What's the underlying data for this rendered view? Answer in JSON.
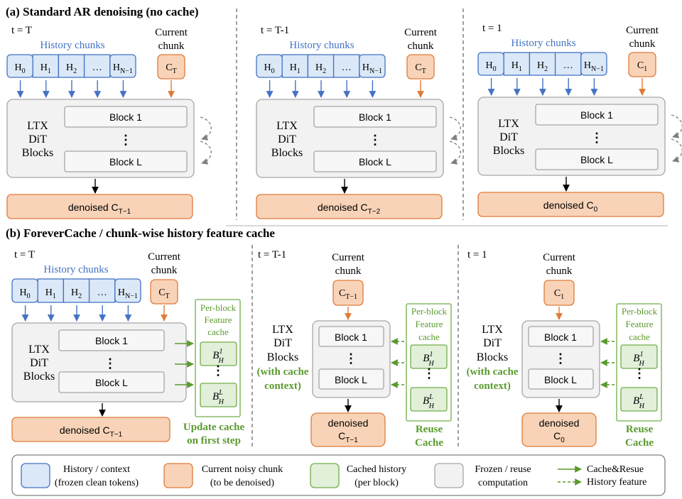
{
  "colors": {
    "blue_fill": "#dbe8f7",
    "blue_stroke": "#4472c4",
    "blue_text": "#4472c4",
    "orange_fill": "#f8d3b8",
    "orange_stroke": "#e07b39",
    "green_fill": "#e2efd9",
    "green_stroke": "#70ad47",
    "green_text": "#5a9a2e",
    "gray_fill": "#f2f2f2",
    "gray_stroke": "#a6a6a6"
  },
  "section_a": {
    "title": "(a) Standard AR denoising (no cache)",
    "panels": [
      {
        "t_label": "t = T",
        "history_label": "History chunks",
        "history_cells": [
          "H",
          "H",
          "H",
          "…",
          "H"
        ],
        "history_subs": [
          "0",
          "1",
          "2",
          "",
          "N−1"
        ],
        "current_label_1": "Current",
        "current_label_2": "chunk",
        "current_main": "C",
        "current_sub": "T",
        "dit_1": "LTX",
        "dit_2": "DiT",
        "dit_3": "Blocks",
        "block_first": "Block 1",
        "block_dots": "⋮",
        "block_last": "Block L",
        "denoised_main": "denoised C",
        "denoised_sub": "T−1"
      },
      {
        "t_label": "t = T-1",
        "history_label": "History chunks",
        "history_cells": [
          "H",
          "H",
          "H",
          "…",
          "H"
        ],
        "history_subs": [
          "0",
          "1",
          "2",
          "",
          "N−1"
        ],
        "current_label_1": "Current",
        "current_label_2": "chunk",
        "current_main": "C",
        "current_sub": "T",
        "dit_1": "LTX",
        "dit_2": "DiT",
        "dit_3": "Blocks",
        "block_first": "Block 1",
        "block_dots": "⋮",
        "block_last": "Block L",
        "denoised_main": "denoised C",
        "denoised_sub": "T−2"
      },
      {
        "t_label": "t = 1",
        "history_label": "History chunks",
        "history_cells": [
          "H",
          "H",
          "H",
          "…",
          "H"
        ],
        "history_subs": [
          "0",
          "1",
          "2",
          "",
          "N−1"
        ],
        "current_label_1": "Current",
        "current_label_2": "chunk",
        "current_main": "C",
        "current_sub": "1",
        "dit_1": "LTX",
        "dit_2": "DiT",
        "dit_3": "Blocks",
        "block_first": "Block 1",
        "block_dots": "⋮",
        "block_last": "Block L",
        "denoised_main": "denoised C",
        "denoised_sub": "0"
      }
    ]
  },
  "section_b": {
    "title": "(b) ForeverCache / chunk-wise history feature cache",
    "panel1": {
      "t_label": "t = T",
      "history_label": "History chunks",
      "history_cells": [
        "H",
        "H",
        "H",
        "…",
        "H"
      ],
      "history_subs": [
        "0",
        "1",
        "2",
        "",
        "N−1"
      ],
      "current_label_1": "Current",
      "current_label_2": "chunk",
      "current_main": "C",
      "current_sub": "T",
      "dit_1": "LTX",
      "dit_2": "DiT",
      "dit_3": "Blocks",
      "block_first": "Block 1",
      "block_dots": "⋮",
      "block_last": "Block L",
      "cache_title_1": "Per-block",
      "cache_title_2": "Feature",
      "cache_title_3": "cache",
      "cache_main": "B",
      "cache_sup_first": "1",
      "cache_sup_last": "L",
      "cache_sub": "H",
      "cache_dots": "⋮",
      "denoised_main": "denoised C",
      "denoised_sub": "T−1",
      "note_1": "Update cache",
      "note_2": "on first step"
    },
    "panels": [
      {
        "t_label": "t = T-1",
        "current_label_1": "Current",
        "current_label_2": "chunk",
        "current_main": "C",
        "current_sub": "T−1",
        "dit_1": "LTX",
        "dit_2": "DiT",
        "dit_3": "Blocks",
        "ctx_1": "(with cache",
        "ctx_2": "context)",
        "block_first": "Block 1",
        "block_dots": "⋮",
        "block_last": "Block L",
        "cache_title_1": "Per-block",
        "cache_title_2": "Feature",
        "cache_title_3": "cache",
        "cache_main": "B",
        "cache_sup_first": "1",
        "cache_sup_last": "L",
        "cache_sub": "H",
        "cache_dots": "⋮",
        "denoised_1": "denoised",
        "denoised_main": "C",
        "denoised_sub": "T−1",
        "note_1": "Reuse",
        "note_2": "Cache"
      },
      {
        "t_label": "t = 1",
        "current_label_1": "Current",
        "current_label_2": "chunk",
        "current_main": "C",
        "current_sub": "1",
        "dit_1": "LTX",
        "dit_2": "DiT",
        "dit_3": "Blocks",
        "ctx_1": "(with cache",
        "ctx_2": "context)",
        "block_first": "Block 1",
        "block_dots": "⋮",
        "block_last": "Block L",
        "cache_title_1": "Per-block",
        "cache_title_2": "Feature",
        "cache_title_3": "cache",
        "cache_main": "B",
        "cache_sup_first": "1",
        "cache_sup_last": "L",
        "cache_sub": "H",
        "cache_dots": "⋮",
        "denoised_1": "denoised",
        "denoised_main": "C",
        "denoised_sub": "0",
        "note_1": "Reuse",
        "note_2": "Cache"
      }
    ]
  },
  "legend": {
    "history_1": "History / context",
    "history_2": "(frozen clean tokens)",
    "current_1": "Current noisy chunk",
    "current_2": "(to be denoised)",
    "cached_1": "Cached history",
    "cached_2": "(per block)",
    "frozen_1": "Frozen / reuse",
    "frozen_2": "computation",
    "arrow_solid": "Cache&Resue",
    "arrow_dashed": "History feature"
  }
}
